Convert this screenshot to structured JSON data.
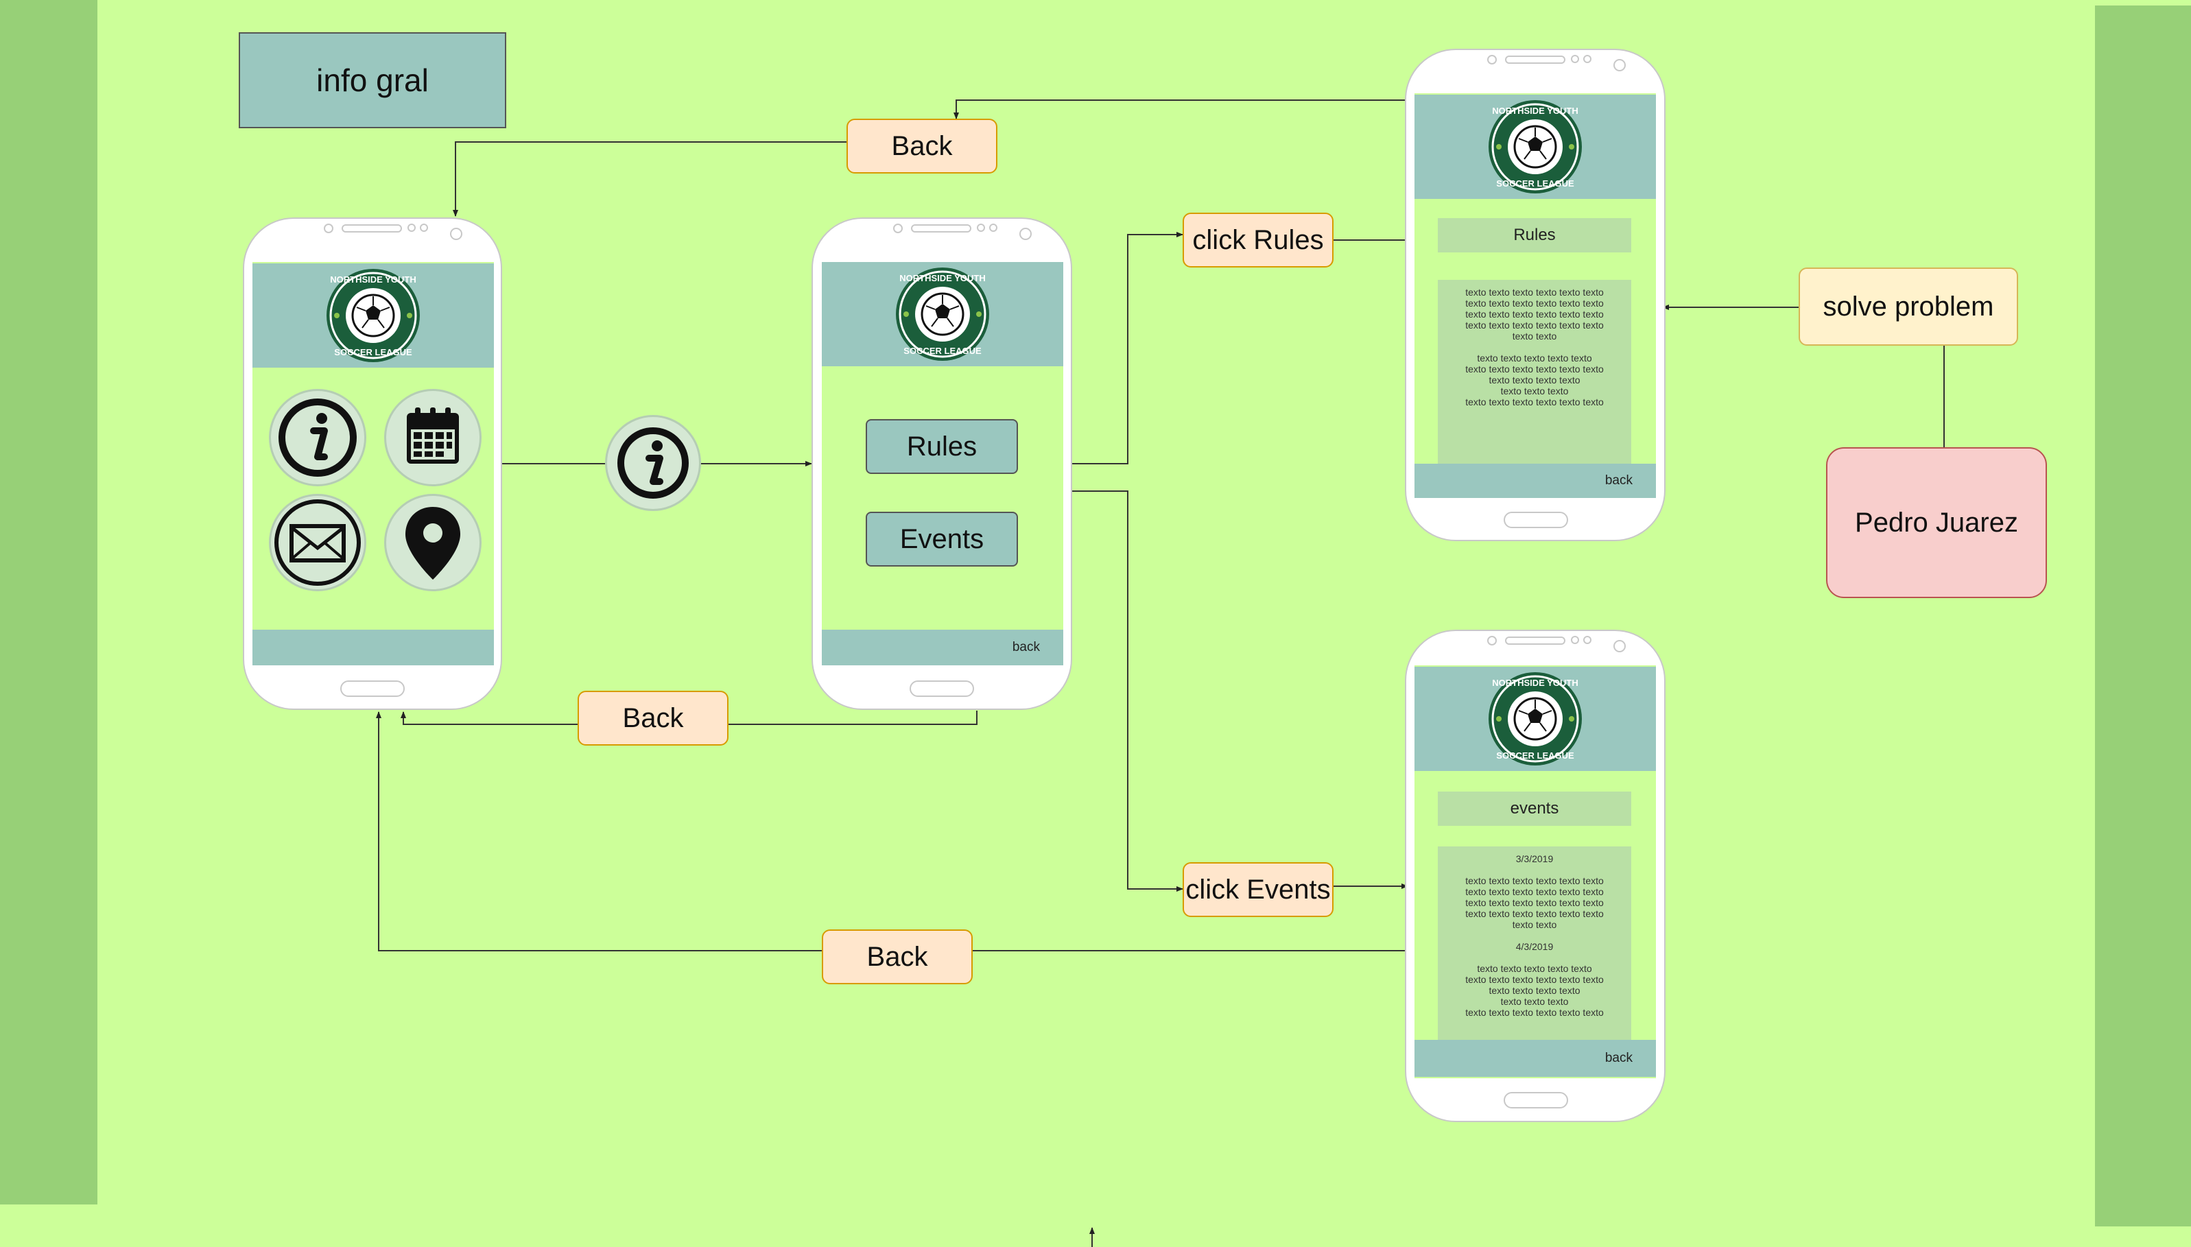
{
  "title_box": "info gral",
  "labels": {
    "back_top": "Back",
    "back_middle": "Back",
    "back_bottom": "Back",
    "click_rules": "click Rules",
    "click_events": "click Events",
    "solve_problem": "solve problem",
    "person": "Pedro Juarez"
  },
  "logo": {
    "top_text": "NORTHSIDE YOUTH",
    "bottom_text": "SOCCER LEAGUE"
  },
  "menu_phone": {
    "icons": [
      "info-icon",
      "calendar-icon",
      "mail-icon",
      "location-pin-icon"
    ]
  },
  "info_phone": {
    "rules_button": "Rules",
    "events_button": "Events",
    "back": "back"
  },
  "rules_phone": {
    "header": "Rules",
    "paragraphs": [
      [
        "texto texto texto texto texto texto",
        "texto texto texto texto texto texto",
        "texto texto texto texto texto texto",
        "texto texto texto texto texto texto",
        "texto texto"
      ],
      [
        "texto texto texto texto texto",
        "texto texto texto texto texto texto",
        "texto texto texto texto",
        "texto texto texto",
        "texto texto texto texto texto texto"
      ]
    ],
    "back": "back"
  },
  "events_phone": {
    "header": "events",
    "entries": [
      {
        "date": "3/3/2019",
        "lines": [
          "texto texto texto texto texto texto",
          "texto texto texto texto texto texto",
          "texto texto texto texto texto texto",
          "texto texto texto texto texto texto",
          "texto texto"
        ]
      },
      {
        "date": "4/3/2019",
        "lines": [
          "texto texto texto texto texto",
          "texto texto texto texto texto texto",
          "texto texto texto texto",
          "texto texto texto",
          "texto texto texto texto texto texto"
        ]
      }
    ],
    "back": "back"
  },
  "colors": {
    "canvas": "#ccff99",
    "sidebar": "#97d077",
    "screen_bar": "#9ac7bf",
    "content_band": "#b9e0a5",
    "label_fill": "#ffe6cc",
    "label_stroke": "#d79b00",
    "note_fill": "#fff2cc",
    "person_fill": "#f8cecc",
    "logo_green": "#1b5e3b"
  }
}
